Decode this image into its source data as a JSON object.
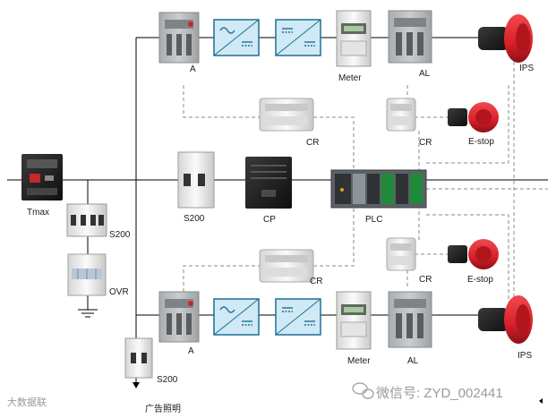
{
  "labels": {
    "tmax": "Tmax",
    "s200_main": "S200",
    "ovr": "OVR",
    "a_top": "A",
    "meter_top": "Meter",
    "al_top": "AL",
    "ips_top": "IPS",
    "cr_top_mid": "CR",
    "cr_top_right": "CR",
    "estop_top": "E-stop",
    "s200_mid": "S200",
    "cp": "CP",
    "plc": "PLC",
    "cr_bot_mid": "CR",
    "cr_bot_right": "CR",
    "estop_bot": "E-stop",
    "a_bot": "A",
    "meter_bot": "Meter",
    "al_bot": "AL",
    "ips_bot": "IPS",
    "s200_bottom": "S200",
    "lighting": "广告照明"
  },
  "watermarks": {
    "left": "大数据联",
    "right": "微信号: ZYD_002441"
  },
  "colors": {
    "converter_fill": "#cfe9f5",
    "converter_stroke": "#1e6f95",
    "ips_red": "#d8202a",
    "plc_green": "#1f8a3a",
    "line": "#000000",
    "dashed": "#8a8a8a"
  },
  "icons": [
    "breaker-icon",
    "contactor-icon",
    "meter-icon",
    "relay-icon",
    "estop-icon",
    "ips-button-icon",
    "ac-dc-converter-icon",
    "dc-dc-converter-icon",
    "plc-icon",
    "power-supply-icon",
    "surge-protector-icon",
    "ground-icon",
    "arrow-icon"
  ]
}
